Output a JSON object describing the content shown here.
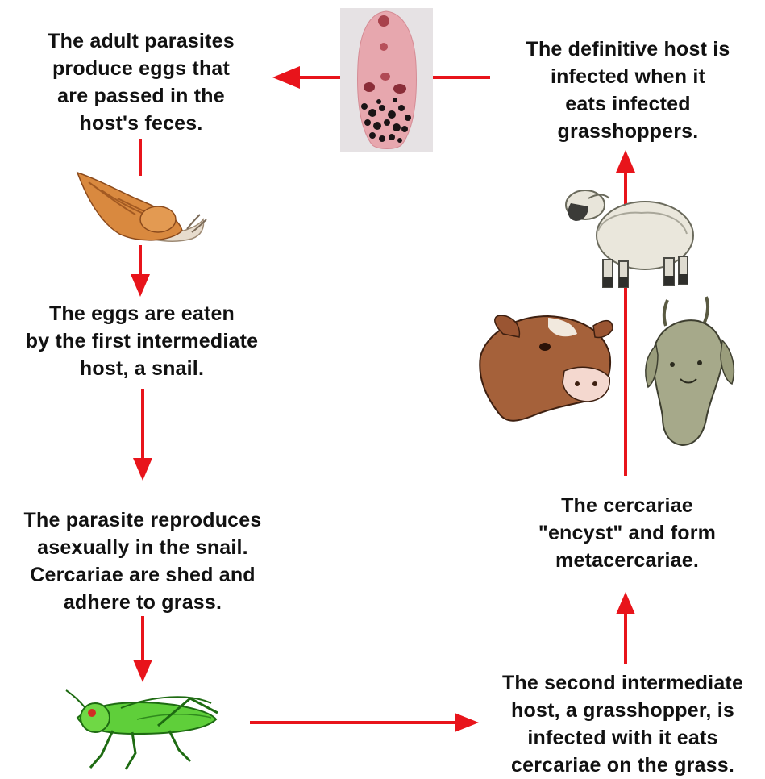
{
  "steps": {
    "adult_eggs": {
      "lines": [
        "The adult parasites",
        "produce eggs that",
        "are passed in the",
        "host's feces."
      ]
    },
    "definitive": {
      "lines": [
        "The definitive host is",
        "infected when it",
        "eats infected",
        "grasshoppers."
      ]
    },
    "snail_eats": {
      "lines": [
        "The eggs are eaten",
        "by the first intermediate",
        "host, a snail."
      ]
    },
    "reproduce": {
      "lines": [
        "The parasite reproduces",
        "asexually in the snail.",
        "Cercariae are shed and",
        "adhere to grass."
      ]
    },
    "encyst": {
      "lines": [
        "The cercariae",
        "\"encyst\" and form",
        "metacercariae."
      ]
    },
    "second_host": {
      "lines": [
        "The second intermediate",
        "host, a grasshopper, is",
        "infected with it eats",
        "cercariae on the grass."
      ]
    }
  },
  "colors": {
    "arrow": "#e8141b",
    "text": "#111111"
  },
  "icons": [
    "fluke-image",
    "snail-image",
    "grasshopper-image",
    "sheep-image",
    "cow-image",
    "goat-image"
  ]
}
